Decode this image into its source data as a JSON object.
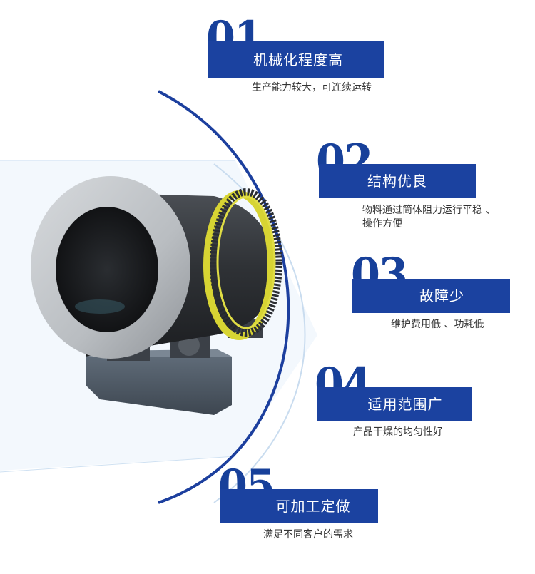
{
  "colors": {
    "accent": "#1b42a0",
    "number": "#17409a",
    "arc": "#1c3f9e",
    "text": "#333333"
  },
  "features": [
    {
      "number": "01",
      "title": "机械化程度高",
      "desc_lines": [
        "生产能力较大，可连续运转"
      ]
    },
    {
      "number": "02",
      "title": "结构优良",
      "desc_lines": [
        "物料通过筒体阻力运行平稳 、",
        "操作方便"
      ]
    },
    {
      "number": "03",
      "title": "故障少",
      "desc_lines": [
        "维护费用低 、功耗低"
      ]
    },
    {
      "number": "04",
      "title": "适用范围广",
      "desc_lines": [
        "产品干燥的均匀性好"
      ]
    },
    {
      "number": "05",
      "title": "可加工定做",
      "desc_lines": [
        "满足不同客户的需求"
      ]
    }
  ]
}
